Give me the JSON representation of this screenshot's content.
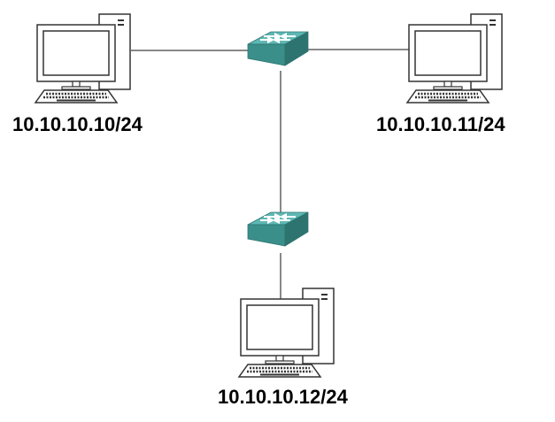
{
  "hosts": [
    {
      "ip": "10.10.10.10/24"
    },
    {
      "ip": "10.10.10.11/24"
    },
    {
      "ip": "10.10.10.12/24"
    }
  ],
  "icons": {
    "host": "desktop-computer-icon",
    "switch": "network-switch-icon"
  },
  "colors": {
    "switch_top": "#5fb8b4",
    "switch_front": "#3a8f8b",
    "switch_side": "#2d7470",
    "link": "#888888",
    "computer_outline": "#333333"
  }
}
